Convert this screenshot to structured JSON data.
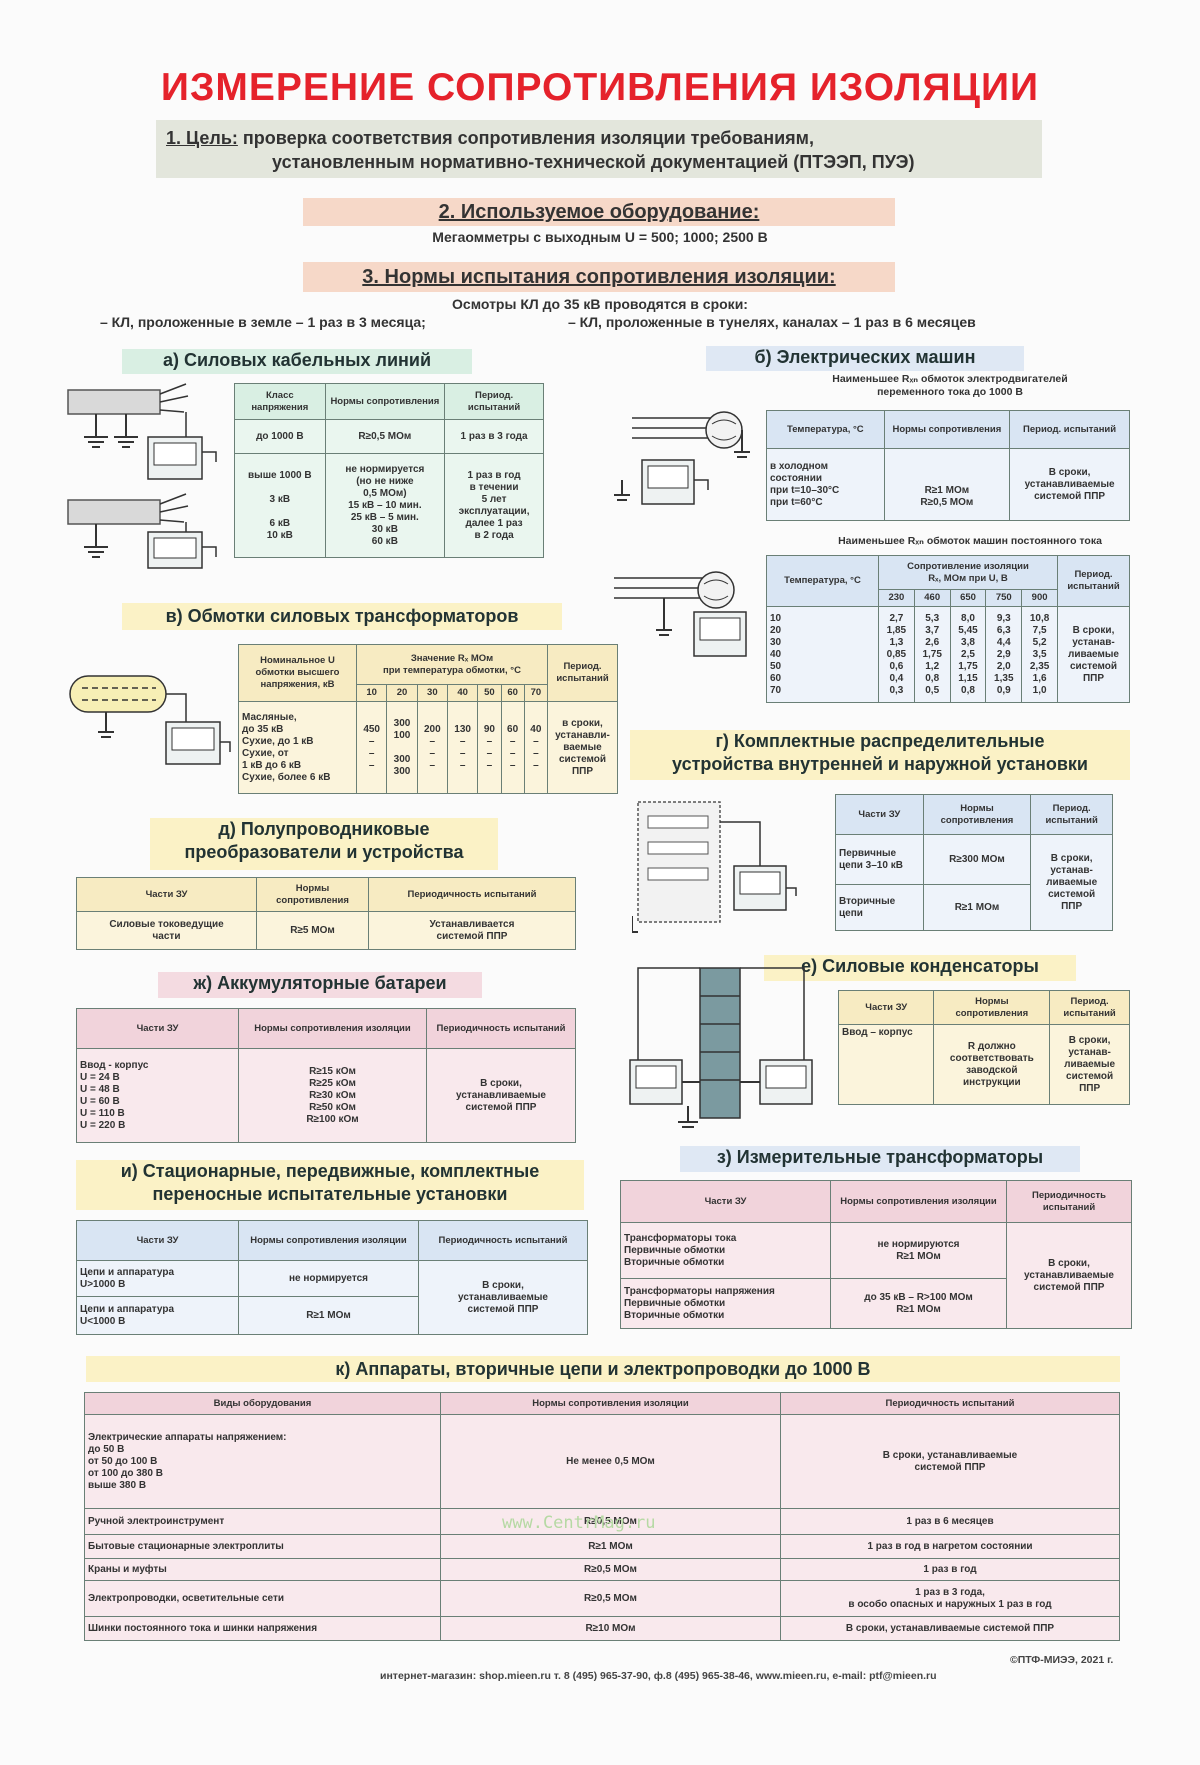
{
  "title": "ИЗМЕРЕНИЕ СОПРОТИВЛЕНИЯ ИЗОЛЯЦИИ",
  "goal": {
    "label": "1. Цель:",
    "line1": "проверка соответствия сопротивления изоляции требованиям,",
    "line2": "установленным нормативно-технической документацией (ПТЭЭП, ПУЭ)"
  },
  "equipment": {
    "title": "2. Используемое оборудование:",
    "text": "Мегаомметры с выходным U = 500; 1000; 2500 В"
  },
  "norms": {
    "title": "3. Нормы испытания сопротивления изоляции:",
    "intro": "Осмотры КЛ до 35 кВ проводятся в сроки:",
    "left": "– КЛ, проложенные в земле – 1 раз в 3 месяца;",
    "right": "– КЛ, проложенные в тунелях, каналах – 1 раз в 6 месяцев"
  },
  "section_a": {
    "title": "а) Силовых кабельных линий",
    "head": [
      "Класс напряжения",
      "Нормы сопротивления",
      "Период. испытаний"
    ],
    "r1": [
      "до 1000 В",
      "R≥0,5 МОм",
      "1 раз в 3 года"
    ],
    "r2": [
      "выше 1000 В\n\n3 кВ\n\n6 кВ\n10 кВ",
      "не нормируется\n(но не ниже\n0,5 МОм)\n15 кВ – 10 мин.\n25 кВ – 5 мин.\n30 кВ\n60 кВ",
      "1 раз в год\nв течении\n5 лет\nэксплуатации,\nдалее 1 раз\nв 2 года"
    ]
  },
  "section_b": {
    "title": "б) Электрических машин",
    "sub1": "Наименьшее Rₓₙ обмоток электродвигателей\nпеременного тока до 1000 В",
    "head1": [
      "Температура, °С",
      "Нормы сопротивления",
      "Период. испытаний"
    ],
    "r1": [
      "в холодном\nсостоянии\nпри t=10–30°С\nпри t=60°С",
      "\n\nR≥1 МОм\nR≥0,5 МОм",
      "В сроки,\nустанавливаемые\nсистемой ППР"
    ],
    "sub2": "Наименьшее Rₓₙ обмоток машин постоянного тока",
    "head2a": "Температура, °С",
    "head2b": "Сопротивление изоляции\nRₓ, МОм при U, В",
    "head2c": "Период. испытаний",
    "volts": [
      "230",
      "460",
      "650",
      "750",
      "900"
    ],
    "temps": "10\n20\n30\n40\n50\n60\n70",
    "cols": [
      "2,7\n1,85\n1,3\n0,85\n0,6\n0,4\n0,3",
      "5,3\n3,7\n2,6\n1,75\n1,2\n0,8\n0,5",
      "8,0\n5,45\n3,8\n2,5\n1,75\n1,15\n0,8",
      "9,3\n6,3\n4,4\n2,9\n2,0\n1,35\n0,9",
      "10,8\n7,5\n5,2\n3,5\n2,35\n1,6\n1,0"
    ],
    "period2": "В сроки,\nустанав-\nливаемые\nсистемой\nППР"
  },
  "section_v": {
    "title": "в) Обмотки силовых трансформаторов",
    "h1": "Номинальное U\nобмотки высшего\nнапряжения, кВ",
    "h2": "Значение Rₓ МОм\nпри температура обмотки, °С",
    "h3": "Период. испытаний",
    "temps": [
      "10",
      "20",
      "30",
      "40",
      "50",
      "60",
      "70"
    ],
    "rows": "Масляные,\nдо 35 кВ\nСухие, до 1 кВ\nСухие, от\n1 кВ до 6 кВ\nСухие, более 6 кВ",
    "cols": [
      "450\n–\n–\n–",
      "300\n100\n\n300\n300",
      "200\n–\n–\n–",
      "130\n–\n–\n–",
      "90\n–\n–\n–",
      "60\n–\n–\n–",
      "40\n–\n–\n–"
    ],
    "period": "в сроки,\nустанавли-\nваемые\nсистемой\nППР"
  },
  "section_g": {
    "title": "г) Комплектные распределительные\nустройства внутренней и наружной установки",
    "head": [
      "Части ЗУ",
      "Нормы сопротивления",
      "Период. испытаний"
    ],
    "r1": [
      "Первичные\nцепи 3–10 кВ",
      "R≥300 МОм"
    ],
    "r2": [
      "Вторичные\nцепи",
      "R≥1 МОм"
    ],
    "period": "В сроки,\nустанав-\nливаемые\nсистемой\nППР"
  },
  "section_d": {
    "title": "д) Полупроводниковые\nпреобразователи и устройства",
    "head": [
      "Части ЗУ",
      "Нормы сопротивления",
      "Периодичность испытаний"
    ],
    "r1": [
      "Силовые токоведущие\nчасти",
      "R≥5 МОм",
      "Устанавливается\nсистемой ППР"
    ]
  },
  "section_e": {
    "title": "е) Силовые конденсаторы",
    "head": [
      "Части ЗУ",
      "Нормы сопротивления",
      "Период. испытаний"
    ],
    "r1": [
      "Ввод – корпус",
      "R должно\nсоответствовать\nзаводской\nинструкции",
      "В сроки,\nустанав-\nливаемые\nсистемой\nППР"
    ]
  },
  "section_zh": {
    "title": "ж) Аккумуляторные батареи",
    "head": [
      "Части ЗУ",
      "Нормы сопротивления изоляции",
      "Периодичность испытаний"
    ],
    "r1": [
      "Ввод - корпус\nU = 24 В\nU = 48 В\nU = 60 В\nU = 110 В\nU = 220 В",
      "R≥15 кОм\nR≥25 кОм\nR≥30 кОм\nR≥50 кОм\nR≥100 кОм",
      "В сроки,\nустанавливаемые\nсистемой ППР"
    ]
  },
  "section_z": {
    "title": "з) Измерительные трансформаторы",
    "head": [
      "Части ЗУ",
      "Нормы сопротивления изоляции",
      "Периодичность испытаний"
    ],
    "r1": [
      "Трансформаторы тока\nПервичные обмотки\nВторичные обмотки",
      "не нормируются\nR≥1 МОм"
    ],
    "r2": [
      "Трансформаторы напряжения\nПервичные обмотки\nВторичные обмотки",
      "до 35 кВ – R>100 МОм\nR≥1 МОм"
    ],
    "period": "В сроки,\nустанавливаемые\nсистемой ППР"
  },
  "section_i": {
    "title": "и) Стационарные, передвижные, комплектные\nпереносные испытательные установки",
    "head": [
      "Части ЗУ",
      "Нормы сопротивления изоляции",
      "Периодичность испытаний"
    ],
    "r1": [
      "Цепи и аппаратура\nU>1000 В",
      "не нормируется"
    ],
    "r2": [
      "Цепи и аппаратура\nU<1000 В",
      "R≥1 МОм"
    ],
    "period": "В сроки,\nустанавливаемые\nсистемой ППР"
  },
  "section_k": {
    "title": "к) Аппараты, вторичные цепи и электропроводки до 1000 В",
    "head": [
      "Виды оборудования",
      "Нормы сопротивления изоляции",
      "Периодичность испытаний"
    ],
    "rows": [
      [
        "Электрические аппараты напряжением:\n   до 50 В\n   от 50 до 100 В\n   от 100 до 380 В\n   выше 380 В",
        "Не менее 0,5 МОм",
        "В сроки, устанавливаемые\nсистемой ППР"
      ],
      [
        "Ручной электроинструмент",
        "R≥0,5 МОм",
        "1 раз в 6 месяцев"
      ],
      [
        "Бытовые стационарные электроплиты",
        "R≥1 МОм",
        "1 раз в год в нагретом состоянии"
      ],
      [
        "Краны и муфты",
        "R≥0,5 МОм",
        "1 раз в год"
      ],
      [
        "Электропроводки, осветительные сети",
        "R≥0,5 МОм",
        "1 раз в 3 года,\nв особо опасных и наружных 1 раз в год"
      ],
      [
        "Шинки постоянного тока и шинки напряжения",
        "R≥10 МОм",
        "В сроки, устанавливаемые системой ППР"
      ]
    ]
  },
  "watermark": "www.CentrMag.ru",
  "copyright": "©ПТФ-МИЭЭ, 2021 г.",
  "footer": "интернет-магазин: shop.mieen.ru  т. 8 (495) 965-37-90, ф.8 (495) 965-38-46,    www.mieen.ru, e-mail: ptf@mieen.ru"
}
